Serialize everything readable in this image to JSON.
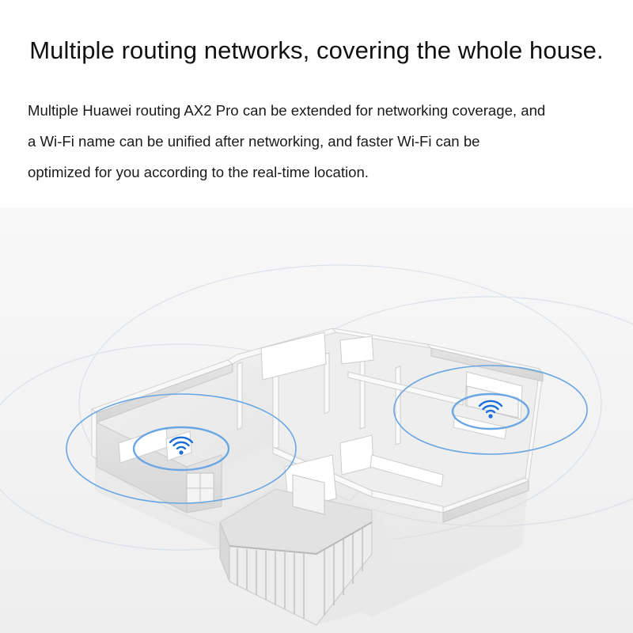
{
  "headline": "Multiple routing networks, covering the whole house.",
  "description": {
    "line1": "Multiple Huawei routing AX2 Pro can be extended for networking coverage, and",
    "line2": "a Wi-Fi name can be unified after networking, and faster Wi-Fi can be",
    "line3": "optimized for you according to the real-time location."
  },
  "colors": {
    "wifi_accent": "#1b6fd8",
    "signal_ring": "#7fb3e8",
    "background": "#f3f3f3"
  },
  "icons": [
    "wifi-icon",
    "wifi-icon"
  ]
}
